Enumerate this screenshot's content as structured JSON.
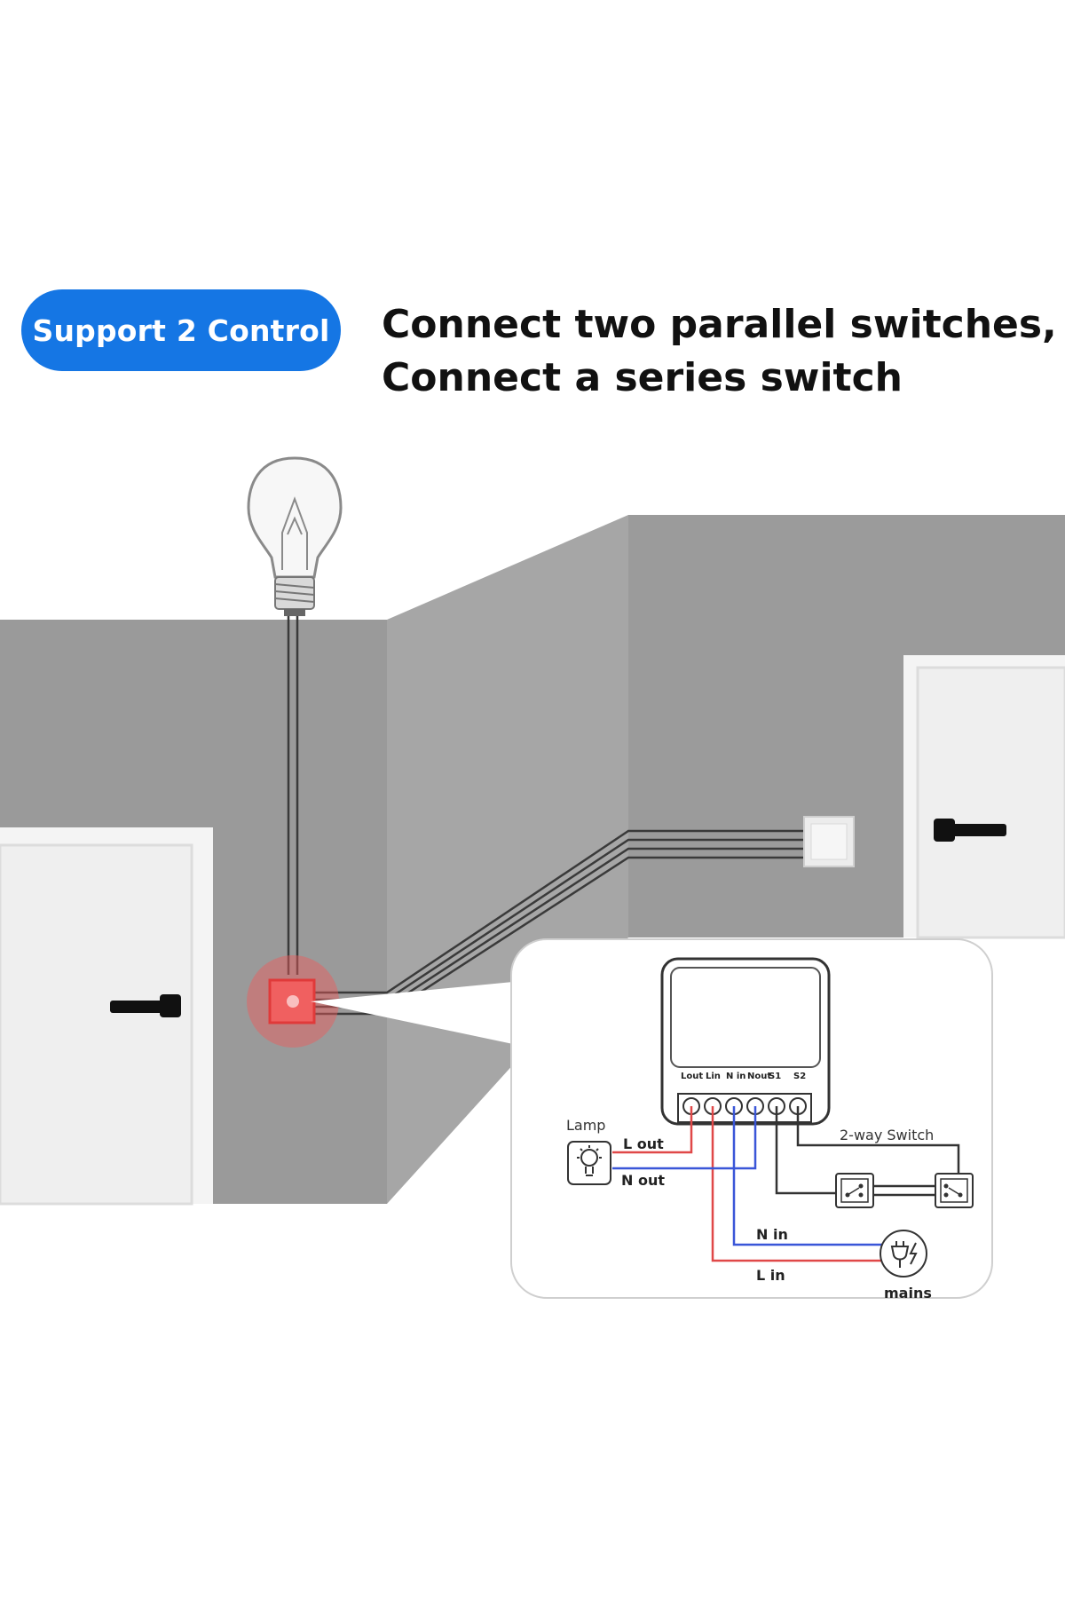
{
  "badge": {
    "label": "Support 2 Control"
  },
  "headline": {
    "line1": "Connect two parallel switches,",
    "line2": "Connect a series switch"
  },
  "diagram": {
    "terminal_labels": [
      "Lout",
      "Lin",
      "N in",
      "Nout",
      "S1",
      "S2"
    ],
    "lamp_label": "Lamp",
    "l_out_label": "L out",
    "n_out_label": "N out",
    "two_way_switch_label": "2-way Switch",
    "n_in_label": "N in",
    "l_in_label": "L in",
    "mains_label": "mains"
  },
  "colors": {
    "badge_blue": "#1576e4",
    "wall_gray": "#9a9a9a",
    "live_red": "#e04848",
    "neutral_blue": "#3a56d8",
    "highlight_red": "#f05a5a"
  }
}
